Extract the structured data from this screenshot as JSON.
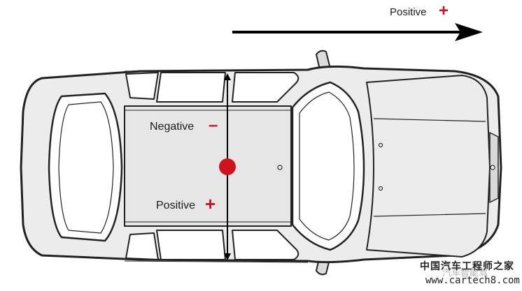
{
  "labels": {
    "top_positive": "Positive",
    "top_positive_sign": "+",
    "negative": "Negative",
    "negative_sign": "–",
    "positive": "Positive",
    "positive_sign": "+"
  },
  "watermark": {
    "chinese": "中国汽车工程师之家",
    "url": "www.cartech8.com",
    "faint": "汽车智能驾"
  },
  "colors": {
    "accent": "#d0121b",
    "car_fill": "#ececec",
    "car_outline": "#222222",
    "arrow": "#000000"
  }
}
